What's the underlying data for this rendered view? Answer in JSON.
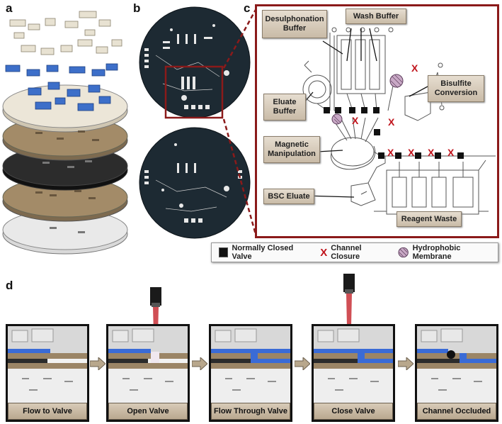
{
  "panels": {
    "a": "a",
    "b": "b",
    "c": "c",
    "d": "d"
  },
  "diagram_c": {
    "labels": {
      "desulphonation_buffer": "Desulphonation Buffer",
      "wash_buffer": "Wash Buffer",
      "bisulfite_conversion": "Bisulfite Conversion",
      "eluate_buffer": "Eluate Buffer",
      "magnetic_manipulation": "Magnetic Manipulation",
      "bsc_eluate": "BSC Eluate",
      "reagent_waste": "Reagent Waste"
    },
    "closure_mark": "X",
    "colors": {
      "frame": "#8b1a1a",
      "closure": "#c0141c",
      "valve": "#111111"
    }
  },
  "legend": {
    "valve": "Normally Closed Valve",
    "closure_symbol": "X",
    "closure": "Channel Closure",
    "membrane": "Hydrophobic Membrane"
  },
  "steps": [
    {
      "label": "Flow to Valve"
    },
    {
      "label": "Open Valve"
    },
    {
      "label": "Flow Through Valve"
    },
    {
      "label": "Close Valve"
    },
    {
      "label": "Channel Occluded"
    }
  ],
  "colors": {
    "fluid": "#3a6bd6",
    "laser": "#c0141c",
    "layer_tan": "#9b8566",
    "layer_dark": "#2b2b2b"
  }
}
